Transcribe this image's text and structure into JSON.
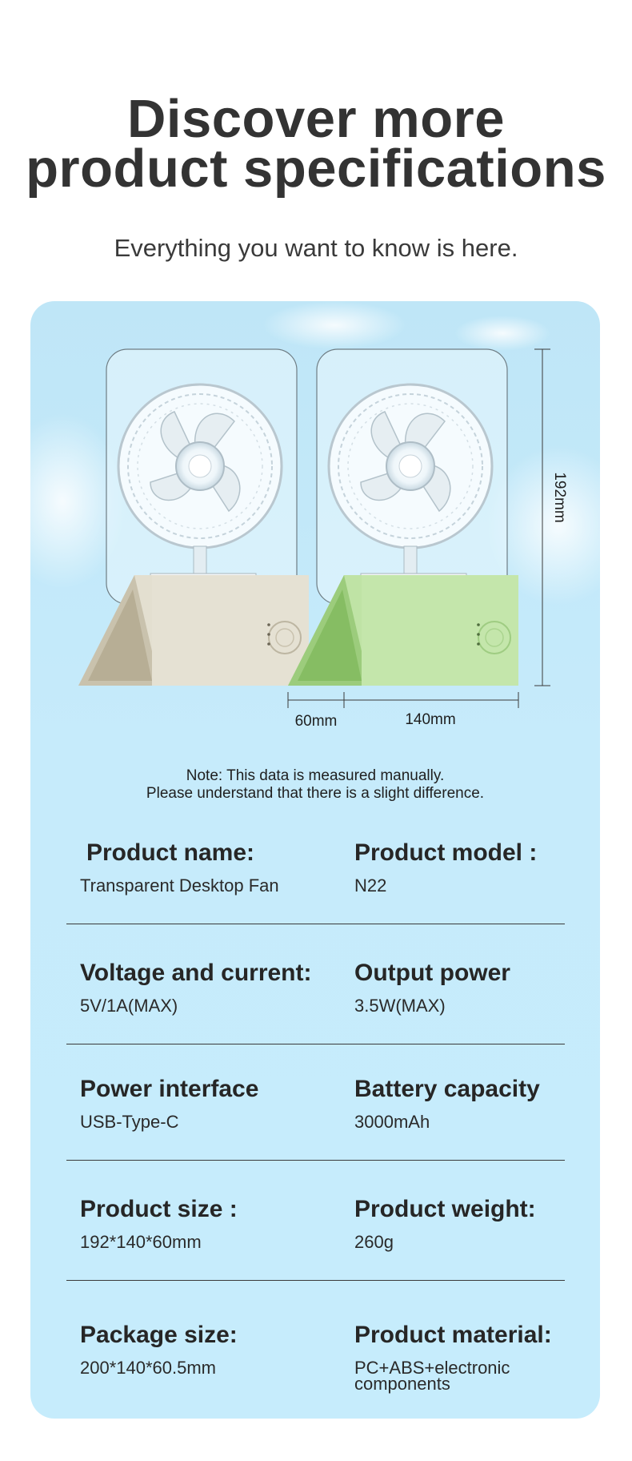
{
  "header": {
    "title_line1": "Discover more",
    "title_line2": "product specifications",
    "subtitle": "Everything you want to know is here."
  },
  "figure": {
    "dimensions": {
      "height": "192mm",
      "depth": "60mm",
      "width": "140mm"
    },
    "colors": {
      "sky": "#bfe6f7",
      "beige_base": "#e3dfd0",
      "green_base": "#bfe3a5",
      "fan_panel": "#e8f6fc"
    }
  },
  "note": {
    "line1": "Note: This data is measured manually.",
    "line2": "Please understand that there is a slight difference."
  },
  "specs": [
    {
      "label": "Product name:",
      "value": "Transparent Desktop Fan"
    },
    {
      "label": "Product model :",
      "value": "N22"
    },
    {
      "label": "Voltage and current:",
      "value": "5V/1A(MAX)"
    },
    {
      "label": "Output power",
      "value": "3.5W(MAX)"
    },
    {
      "label": "Power interface",
      "value": "USB-Type-C"
    },
    {
      "label": "Battery capacity",
      "value": "3000mAh"
    },
    {
      "label": "Product size :",
      "value": "192*140*60mm"
    },
    {
      "label": "Product weight:",
      "value": "260g"
    },
    {
      "label": "Package size:",
      "value": "200*140*60.5mm"
    },
    {
      "label": "Product material:",
      "value": "PC+ABS+electronic components"
    }
  ]
}
